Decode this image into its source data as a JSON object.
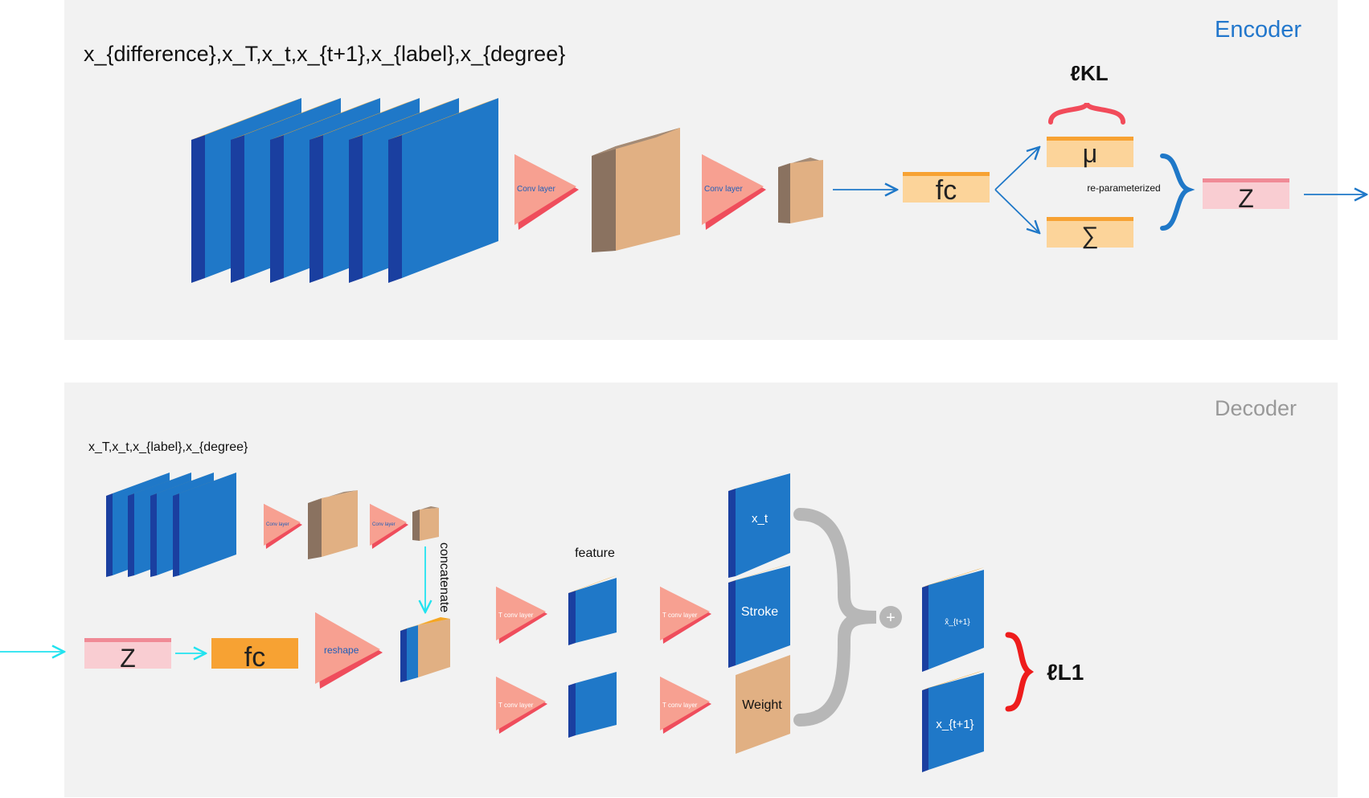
{
  "encoder": {
    "section_title": "Encoder",
    "input_label": "x_{difference},x_T,x_t,x_{t+1},x_{label},x_{degree}",
    "conv_label_1": "Conv layer",
    "conv_label_2": "Conv layer",
    "fc_label": "fc",
    "loss_label": "ℓKL",
    "mu_label": "μ",
    "sigma_label": "∑",
    "reparam_label": "re-parameterized",
    "z_label": "Z"
  },
  "decoder": {
    "section_title": "Decoder",
    "input_label": "x_T,x_t,x_{label},x_{degree}",
    "conv_label_1": "Conv layer",
    "conv_label_2": "Conv layer",
    "concatenate_label": "concatenate",
    "z_label": "Z",
    "fc_label": "fc",
    "reshape_label": "reshape",
    "feature_label": "feature",
    "tconv_labels": [
      "T conv layer",
      "T conv layer",
      "T conv layer",
      "T conv layer"
    ],
    "xt_label": "x_t",
    "stroke_label": "Stroke",
    "weight_label": "Weight",
    "plus_label": "+",
    "xhat_label": "x̂_{t+1}",
    "xnext_label": "x_{t+1}",
    "loss_label": "ℓL1"
  },
  "colors": {
    "panel_bg": "#f2f2f2",
    "block_blue": "#1f78c8",
    "block_dark_blue": "#1a3fa0",
    "block_orange_top": "#f5a623",
    "block_tan": "#e1b083",
    "block_brown": "#8a7260",
    "triangle_pink": "#f7a091",
    "triangle_red": "#ef4d5c",
    "fc_light": "#fcd49a",
    "fc_strong": "#f7a233",
    "z_pink": "#f9cdd2",
    "z_top": "#f08a96",
    "arrow_blue": "#1f78c8",
    "arrow_cyan": "#22e3ef",
    "brace_red_light": "#f24b5a",
    "brace_red": "#ee1c1c",
    "brace_gray": "#b7b7b7",
    "encoder_title": "#2277cc",
    "decoder_title": "#999999"
  }
}
